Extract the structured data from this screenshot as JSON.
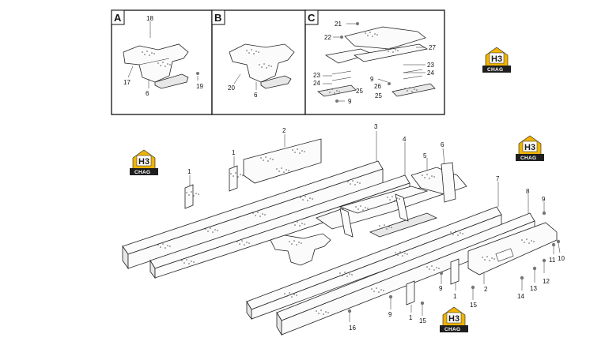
{
  "figure": "exploded-parts-diagram",
  "detail_panels": [
    {
      "letter": "A",
      "callouts": [
        "18",
        "17",
        "6",
        "19"
      ]
    },
    {
      "letter": "B",
      "callouts": [
        "20",
        "6"
      ]
    },
    {
      "letter": "C",
      "callouts": [
        "21",
        "22",
        "27",
        "23",
        "24",
        "9",
        "26",
        "25",
        "23",
        "24",
        "25",
        "9"
      ]
    }
  ],
  "callouts": {
    "c1a": "1",
    "c1b": "1",
    "c2a": "2",
    "c3": "3",
    "c4": "4",
    "c5": "5",
    "c6": "6",
    "c7": "7",
    "c8": "8",
    "c9a": "9",
    "c9b": "9",
    "c9c": "9",
    "c1c": "1",
    "c1d": "1",
    "c15a": "15",
    "c15b": "15",
    "c16": "16",
    "c2b": "2",
    "c14": "14",
    "c13": "13",
    "c12": "12",
    "c11": "11",
    "c10": "10"
  },
  "watermark": {
    "mark": "H3",
    "text": "CHAG",
    "color": "#f0b400"
  }
}
